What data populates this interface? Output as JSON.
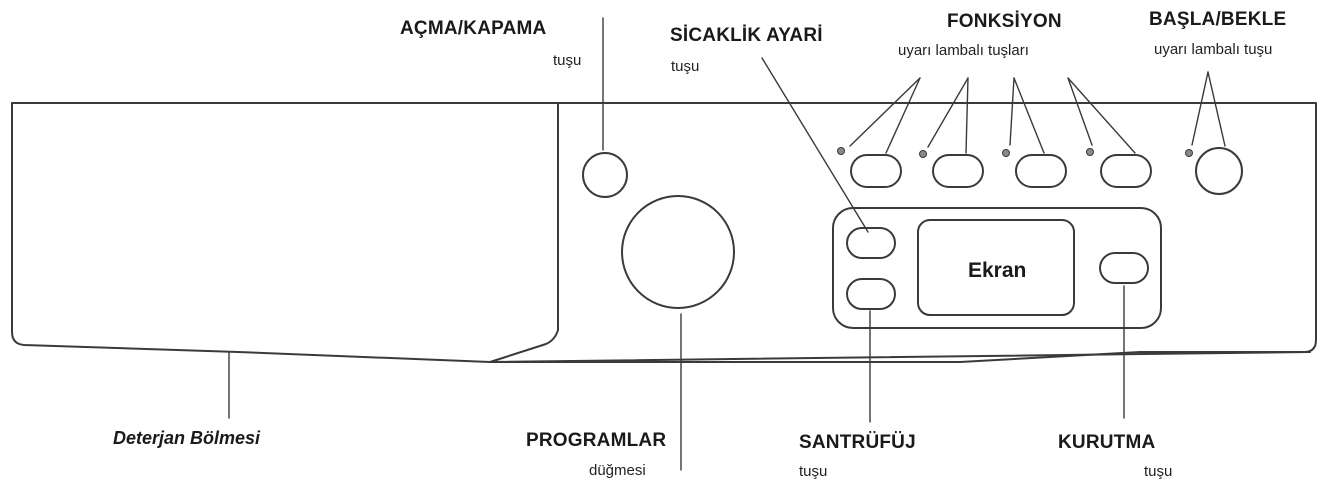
{
  "labels": {
    "power": {
      "title": "AÇMA/KAPAMA",
      "sub": "tuşu"
    },
    "temperature": {
      "title": "SİCAKLİK AYARİ",
      "sub": "tuşu"
    },
    "function": {
      "title": "FONKSİYON",
      "sub": "uyarı lambalı tuşları"
    },
    "start": {
      "title": "BAŞLA/BEKLE",
      "sub": "uyarı lambalı tuşu"
    },
    "detergent": {
      "title": "Deterjan Bölmesi"
    },
    "programs": {
      "title": "PROGRAMLAR",
      "sub": "düğmesi"
    },
    "spin": {
      "title": "SANTRÜFÜJ",
      "sub": "tuşu"
    },
    "drying": {
      "title": "KURUTMA",
      "sub": "tuşu"
    }
  },
  "display": {
    "text": "Ekran"
  },
  "colors": {
    "line": "#3a3a3a",
    "indicator": "#8a8a8a"
  }
}
